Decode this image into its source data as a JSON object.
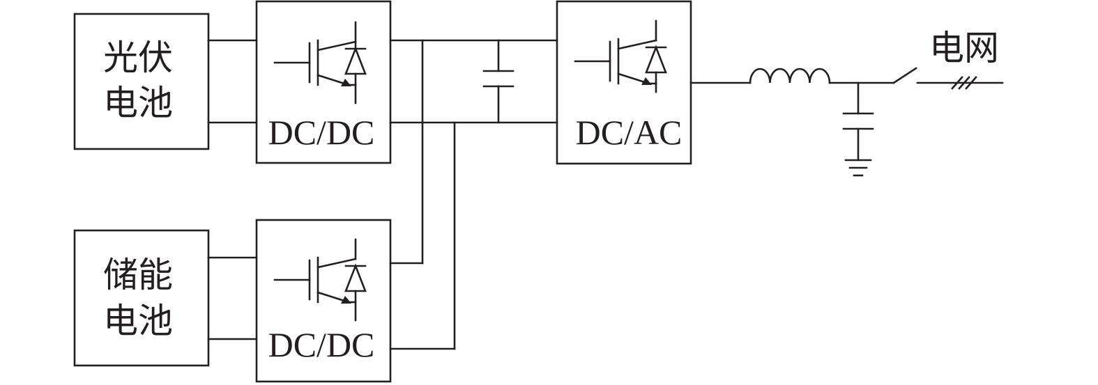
{
  "diagram": {
    "pv_source": {
      "line1": "光伏",
      "line2": "电池"
    },
    "storage_source": {
      "line1": "储能",
      "line2": "电池"
    },
    "pv_converter": {
      "label": "DC/DC"
    },
    "storage_converter": {
      "label": "DC/DC"
    },
    "inverter": {
      "label": "DC/AC"
    },
    "grid": {
      "label": "电网"
    }
  },
  "colors": {
    "line": "#231f20",
    "background": "#ffffff"
  }
}
